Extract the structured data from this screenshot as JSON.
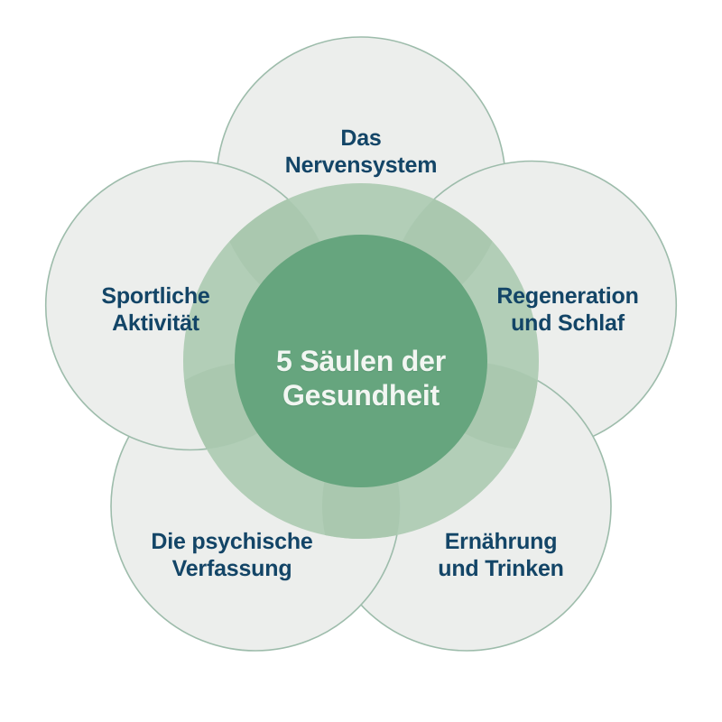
{
  "diagram": {
    "type": "venn-flower",
    "title": "5 Säulen der Gesundheit",
    "center": {
      "label": "5 Säulen der\nGesundheit",
      "line1": "5 Säulen der",
      "line2": "Gesundheit",
      "fill_color": "#66a57e",
      "text_color": "#f2f6f2"
    },
    "halo": {
      "fill_color": "#cedfd1"
    },
    "background_color": "#ffffff",
    "petal_fill_color": "#eceeec",
    "petal_stroke_color": "#9dbcab",
    "petal_text_color": "#134567",
    "petals": [
      {
        "id": "nervensystem",
        "position": "top",
        "label": "Das\nNervensystem",
        "line1": "Das",
        "line2": "Nervensystem"
      },
      {
        "id": "regeneration",
        "position": "right",
        "label": "Regeneration\nund Schlaf",
        "line1": "Regeneration",
        "line2": "und Schlaf"
      },
      {
        "id": "ernaehrung",
        "position": "bottom-right",
        "label": "Ernährung\nund Trinken",
        "line1": "Ernährung",
        "line2": "und Trinken"
      },
      {
        "id": "psyche",
        "position": "bottom-left",
        "label": "Die psychische\nVerfassung",
        "line1": "Die psychische",
        "line2": "Verfassung"
      },
      {
        "id": "sport",
        "position": "left",
        "label": "Sportliche\nAktivität",
        "line1": "Sportliche",
        "line2": "Aktivität"
      }
    ]
  }
}
